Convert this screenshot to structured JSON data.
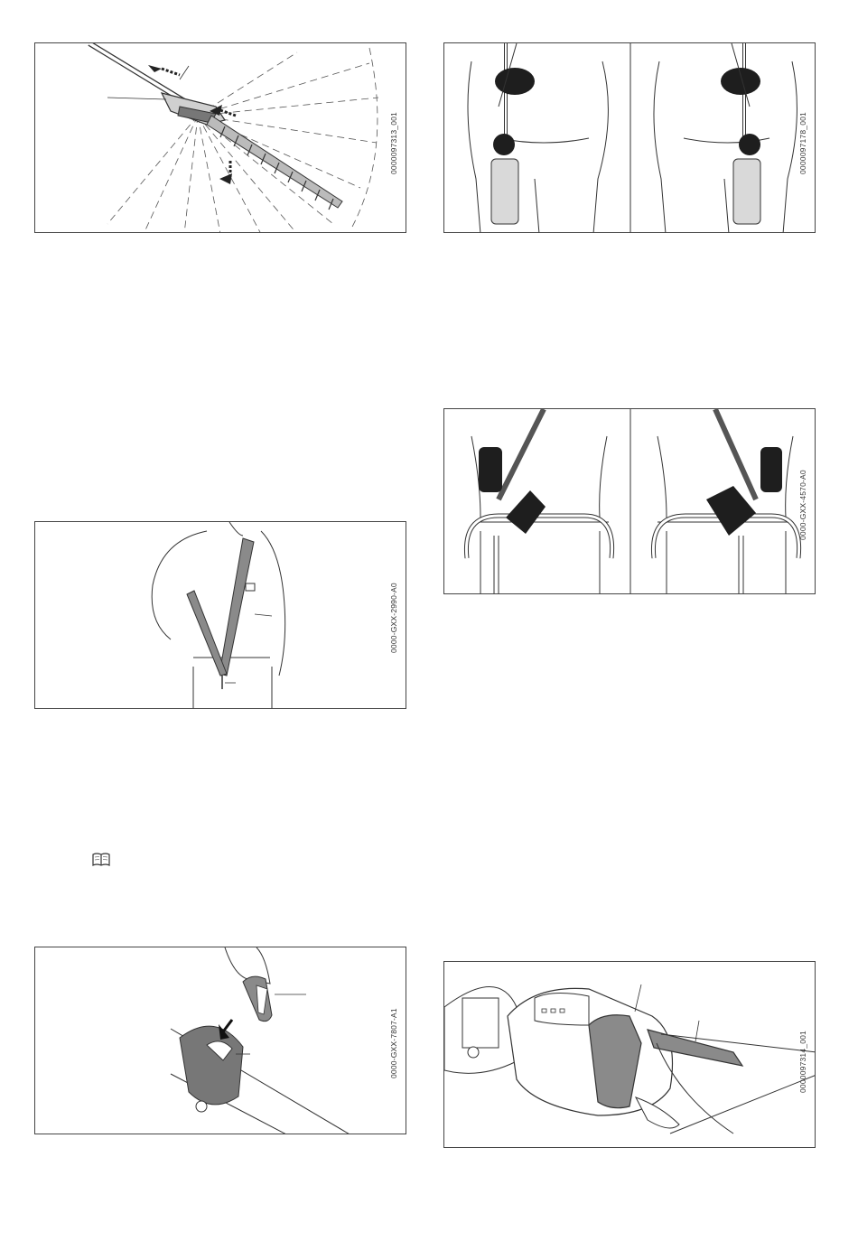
{
  "figures": [
    {
      "id": "fig1",
      "code": "0000097313_001",
      "subject": "hedge-trimmer-cutting-angles"
    },
    {
      "id": "fig2",
      "code": "0000097178_001",
      "subject": "carrying-with-battery"
    },
    {
      "id": "fig3",
      "code": "0000-GXX-4570-A0",
      "subject": "holding-loop-handle"
    },
    {
      "id": "fig4",
      "code": "0000-GXX-2990-A0",
      "subject": "shoulder-strap"
    },
    {
      "id": "fig5",
      "code": "0000-GXX-7807-A1",
      "subject": "carabiner-attachment"
    },
    {
      "id": "fig6",
      "code": "0000097314_001",
      "subject": "control-handle-lever"
    }
  ],
  "icons": {
    "manual": "open-book-icon"
  },
  "colors": {
    "line": "#333333",
    "fill_gray": "#8a8a8a",
    "fill_dark": "#1e1e1e",
    "fill_light": "#d9d9d9"
  }
}
